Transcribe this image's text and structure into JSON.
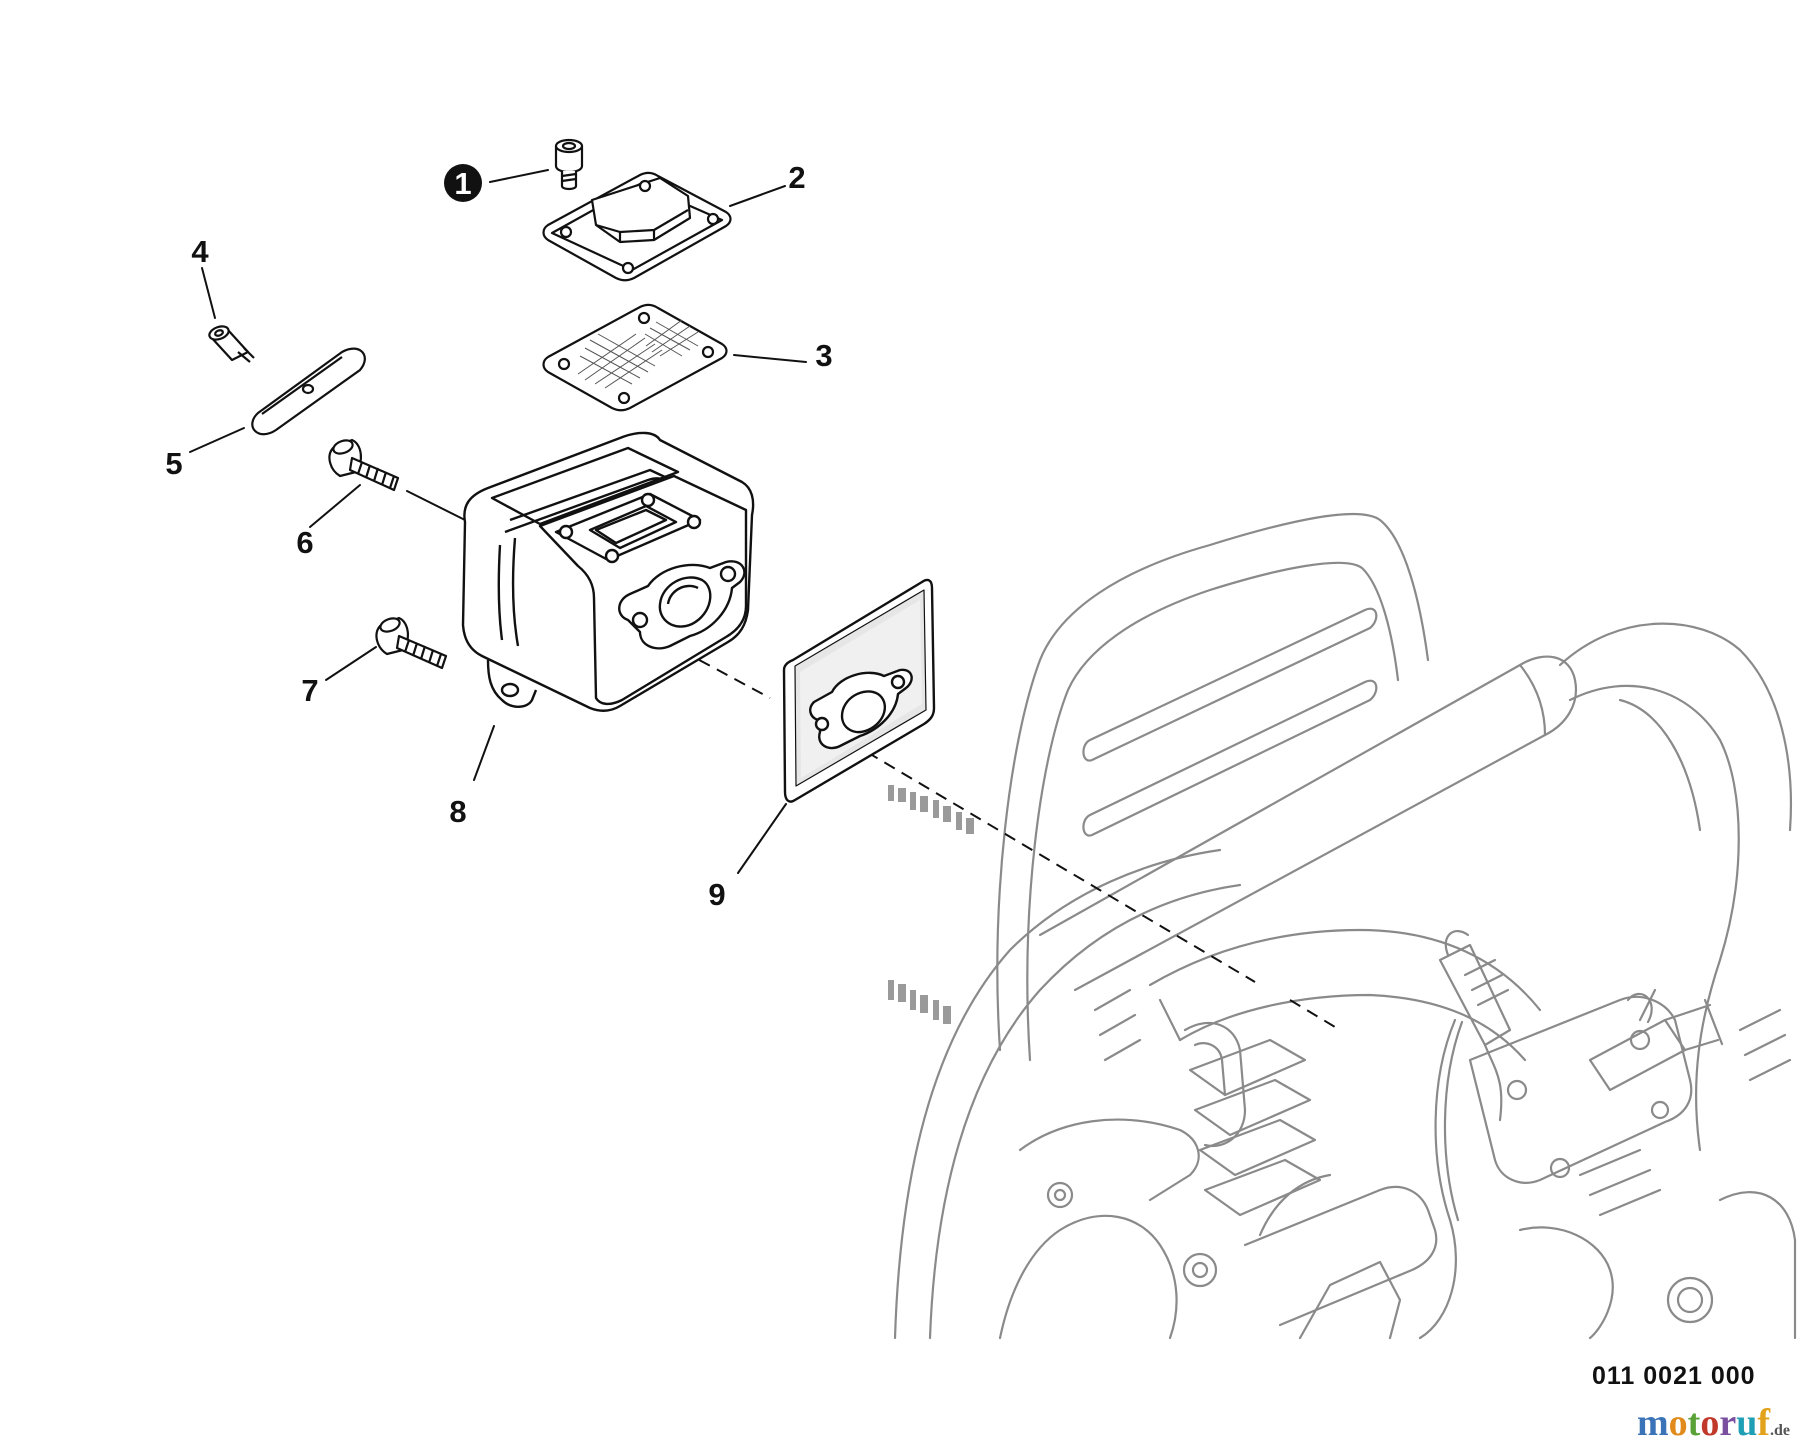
{
  "callouts": [
    {
      "id": "1",
      "label": "1",
      "marked": true
    },
    {
      "id": "2",
      "label": "2"
    },
    {
      "id": "3",
      "label": "3"
    },
    {
      "id": "4",
      "label": "4"
    },
    {
      "id": "5",
      "label": "5"
    },
    {
      "id": "6",
      "label": "6"
    },
    {
      "id": "7",
      "label": "7"
    },
    {
      "id": "8",
      "label": "8"
    },
    {
      "id": "9",
      "label": "9"
    }
  ],
  "reference_code": "011 0021 000",
  "watermark": {
    "letters": [
      "m",
      "o",
      "t",
      "o",
      "r",
      "u",
      "f"
    ],
    "letter_colors": [
      "#3a73b7",
      "#e08b1b",
      "#5aa238",
      "#c0392b",
      "#7a4fa0",
      "#1f9fb5",
      "#e2a21b"
    ],
    "tld": ".de"
  },
  "colors": {
    "line": "#111111",
    "engine_line": "#8a8a8a",
    "gasket_texture": "#d9d9d9"
  }
}
